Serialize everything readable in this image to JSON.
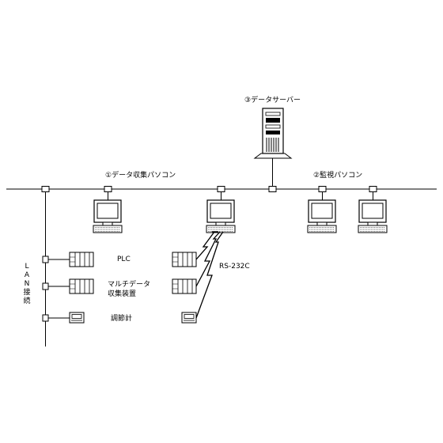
{
  "labels": {
    "server": "③データサーバー",
    "collect_pc": "①データ収集パソコン",
    "monitor_pc": "②監視パソコン",
    "rs232c": "RS-232C",
    "plc": "PLC",
    "multi_line1": "マルチデータ",
    "multi_line2": "収集装置",
    "controller": "調節計",
    "lan": [
      "L",
      "A",
      "N",
      "接",
      "続"
    ]
  }
}
